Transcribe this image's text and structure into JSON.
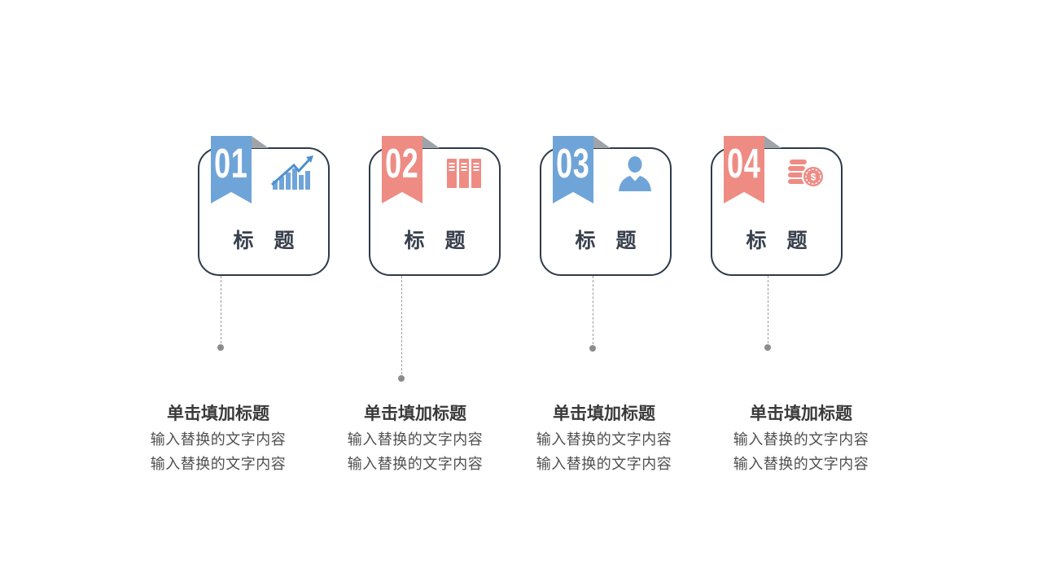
{
  "page": {
    "background": "#FFFFFF"
  },
  "colors": {
    "accent_blue": "#6FA4D9",
    "accent_salmon": "#EE8C84",
    "card_border": "#2E3A4A",
    "title_text": "#39404D",
    "fold_gray": "#9EA4AA",
    "connector_gray": "#9B9B9B",
    "dot_gray": "#8C8C8C",
    "heading_text": "#3A3A3A",
    "body_text": "#4F4F4F",
    "number_text": "#FFFFFF"
  },
  "cards": [
    {
      "number": "01",
      "accent": "#6FA4D9",
      "icon": "bar-chart-growth-icon",
      "title": "标 题",
      "heading": "单击填加标题",
      "body": [
        "输入替换的文字内容",
        "输入替换的文字内容"
      ]
    },
    {
      "number": "02",
      "accent": "#EE8C84",
      "icon": "books-icon",
      "title": "标 题",
      "heading": "单击填加标题",
      "body": [
        "输入替换的文字内容",
        "输入替换的文字内容"
      ]
    },
    {
      "number": "03",
      "accent": "#6FA4D9",
      "icon": "businessman-icon",
      "title": "标 题",
      "heading": "单击填加标题",
      "body": [
        "输入替换的文字内容",
        "输入替换的文字内容"
      ]
    },
    {
      "number": "04",
      "accent": "#EE8C84",
      "icon": "coins-dollar-icon",
      "title": "标 题",
      "heading": "单击填加标题",
      "body": [
        "输入替换的文字内容",
        "输入替换的文字内容"
      ]
    }
  ]
}
